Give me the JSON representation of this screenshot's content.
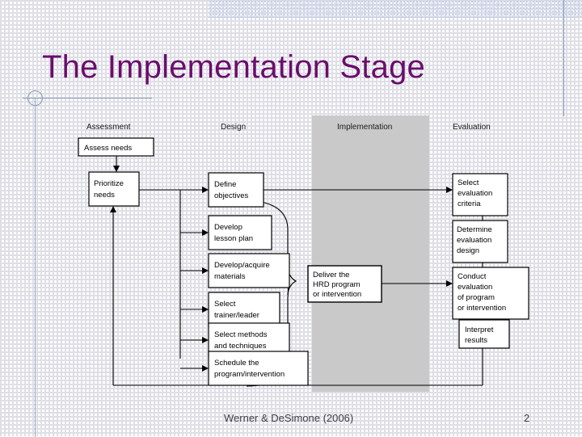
{
  "slide": {
    "title": "The Implementation Stage",
    "title_color": "#6B0D6B",
    "page_number": "2",
    "source_citation": "Werner & DeSimone (2006)"
  },
  "figure": {
    "name": "hrd-process-model-diagram",
    "highlight_column": "Implementation",
    "highlight_color": "#C9C9C9",
    "columns": [
      {
        "id": "assessment",
        "label": "Assessment"
      },
      {
        "id": "design",
        "label": "Design"
      },
      {
        "id": "implementation",
        "label": "Implementation"
      },
      {
        "id": "evaluation",
        "label": "Evaluation"
      }
    ],
    "boxes": [
      {
        "id": "assess-needs",
        "column": "assessment",
        "lines": [
          "Assess needs"
        ]
      },
      {
        "id": "prioritize-needs",
        "column": "assessment",
        "lines": [
          "Prioritize",
          "needs"
        ]
      },
      {
        "id": "define-objectives",
        "column": "design",
        "lines": [
          "Define",
          "objectives"
        ]
      },
      {
        "id": "develop-lesson-plan",
        "column": "design",
        "lines": [
          "Develop",
          "lesson plan"
        ]
      },
      {
        "id": "develop-materials",
        "column": "design",
        "lines": [
          "Develop/acquire",
          "materials"
        ]
      },
      {
        "id": "select-trainer",
        "column": "design",
        "lines": [
          "Select",
          "trainer/leader"
        ]
      },
      {
        "id": "select-methods",
        "column": "design",
        "lines": [
          "Select methods",
          "and techniques"
        ]
      },
      {
        "id": "schedule-program",
        "column": "design",
        "lines": [
          "Schedule the",
          "program/intervention"
        ]
      },
      {
        "id": "deliver-hrd",
        "column": "implementation",
        "lines": [
          "Deliver the",
          "HRD program",
          "or intervention"
        ]
      },
      {
        "id": "select-criteria",
        "column": "evaluation",
        "lines": [
          "Select",
          "evaluation",
          "criteria"
        ]
      },
      {
        "id": "determine-design",
        "column": "evaluation",
        "lines": [
          "Determine",
          "evaluation",
          "design"
        ]
      },
      {
        "id": "conduct-evaluation",
        "column": "evaluation",
        "lines": [
          "Conduct",
          "evaluation",
          "of program",
          "or intervention"
        ]
      },
      {
        "id": "interpret-results",
        "column": "evaluation",
        "lines": [
          "Interpret",
          "results"
        ]
      }
    ]
  }
}
